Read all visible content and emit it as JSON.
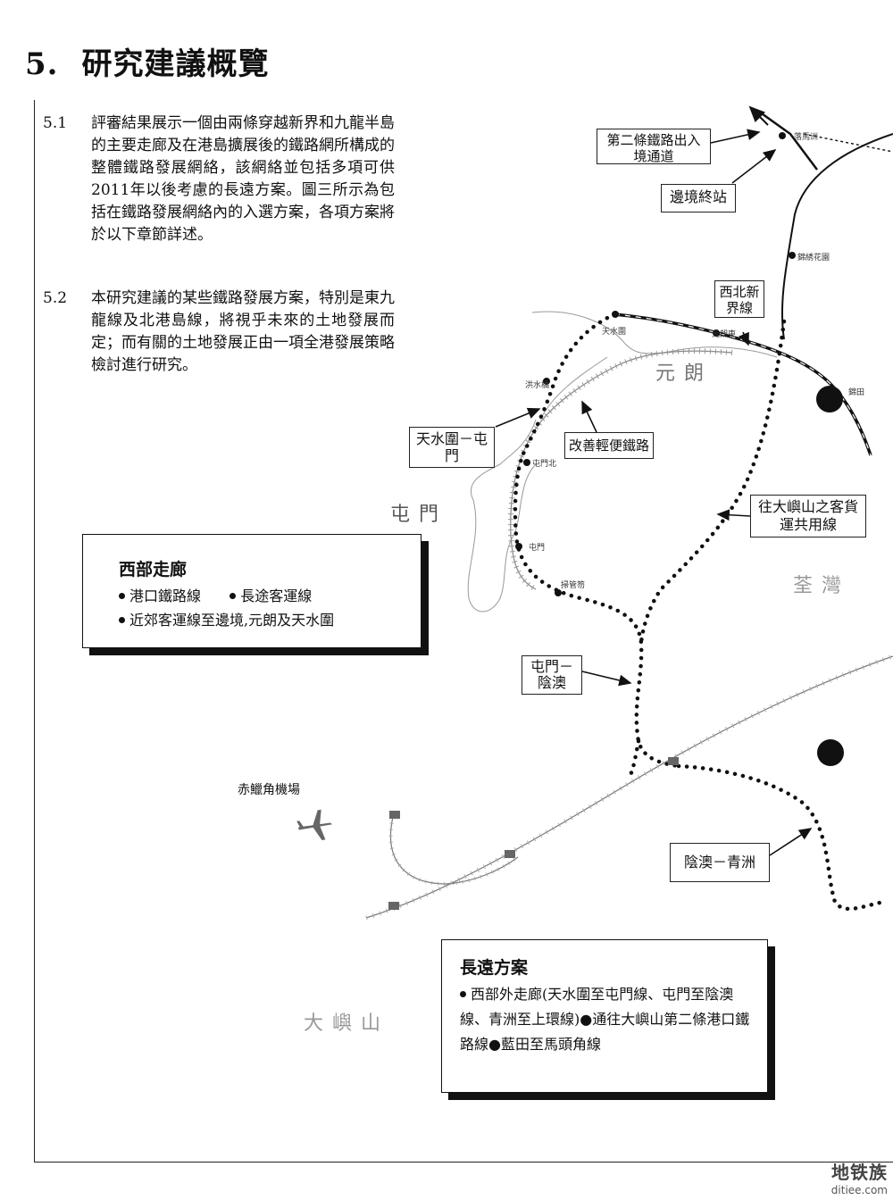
{
  "heading": {
    "number": "5.",
    "title": "研究建議概覽"
  },
  "paragraphs": [
    {
      "number": "5.1",
      "text": "評審結果展示一個由兩條穿越新界和九龍半島的主要走廊及在港島擴展後的鐵路網所構成的整體鐵路發展網絡，該網絡並包括多項可供2011年以後考慮的長遠方案。圖三所示為包括在鐵路發展網絡內的入選方案，各項方案將於以下章節詳述。"
    },
    {
      "number": "5.2",
      "text": "本研究建議的某些鐵路發展方案，特別是東九龍線及北港島線，將視乎未來的土地發展而定；而有關的土地發展正由一項全港發展策略檢討進行研究。"
    }
  ],
  "map": {
    "callouts": {
      "second_crossing": "第二條鐵路出入境通道",
      "border_terminal": "邊境終站",
      "northwest_line": "西北新界線",
      "tsw_tm": "天水圍－屯門",
      "lrt_improve": "改善輕便鐵路",
      "lantau_shared": "往大嶼山之客貨運共用線",
      "tm_lh": "屯門－陰澳",
      "lh_ty": "陰澳－青洲"
    },
    "places": {
      "tuen_mun": "屯門",
      "yuen_long": "元朗",
      "lantau": "大嶼山",
      "tsuen_wan": "荃灣",
      "airport": "赤鱲角機場",
      "lok_ma_chau": "落馬洲",
      "kam_tin": "錦綉花園",
      "tin_shui_wai": "天水圍",
      "hung_shui_kiu": "洪水橋",
      "tuen_mun_north": "屯門北",
      "tuen_mun_stn": "屯門",
      "so_kwun_wat": "掃管笏",
      "yuen_long_east": "元朗東",
      "kam_sheung": "錦田"
    }
  },
  "legend_west": {
    "title": "西部走廊",
    "line1": "港口鐵路線",
    "line1b": "長途客運線",
    "line2": "近郊客運線至邊境,元朗及天水圍"
  },
  "legend_long": {
    "title": "長遠方案",
    "text": "西部外走廊(天水圍至屯門線、屯門至陰澳線、青洲至上環線)●通往大嶼山第二條港口鐵路線●藍田至馬頭角線"
  },
  "watermark": {
    "name": "地铁族",
    "url": "ditiee.com"
  }
}
